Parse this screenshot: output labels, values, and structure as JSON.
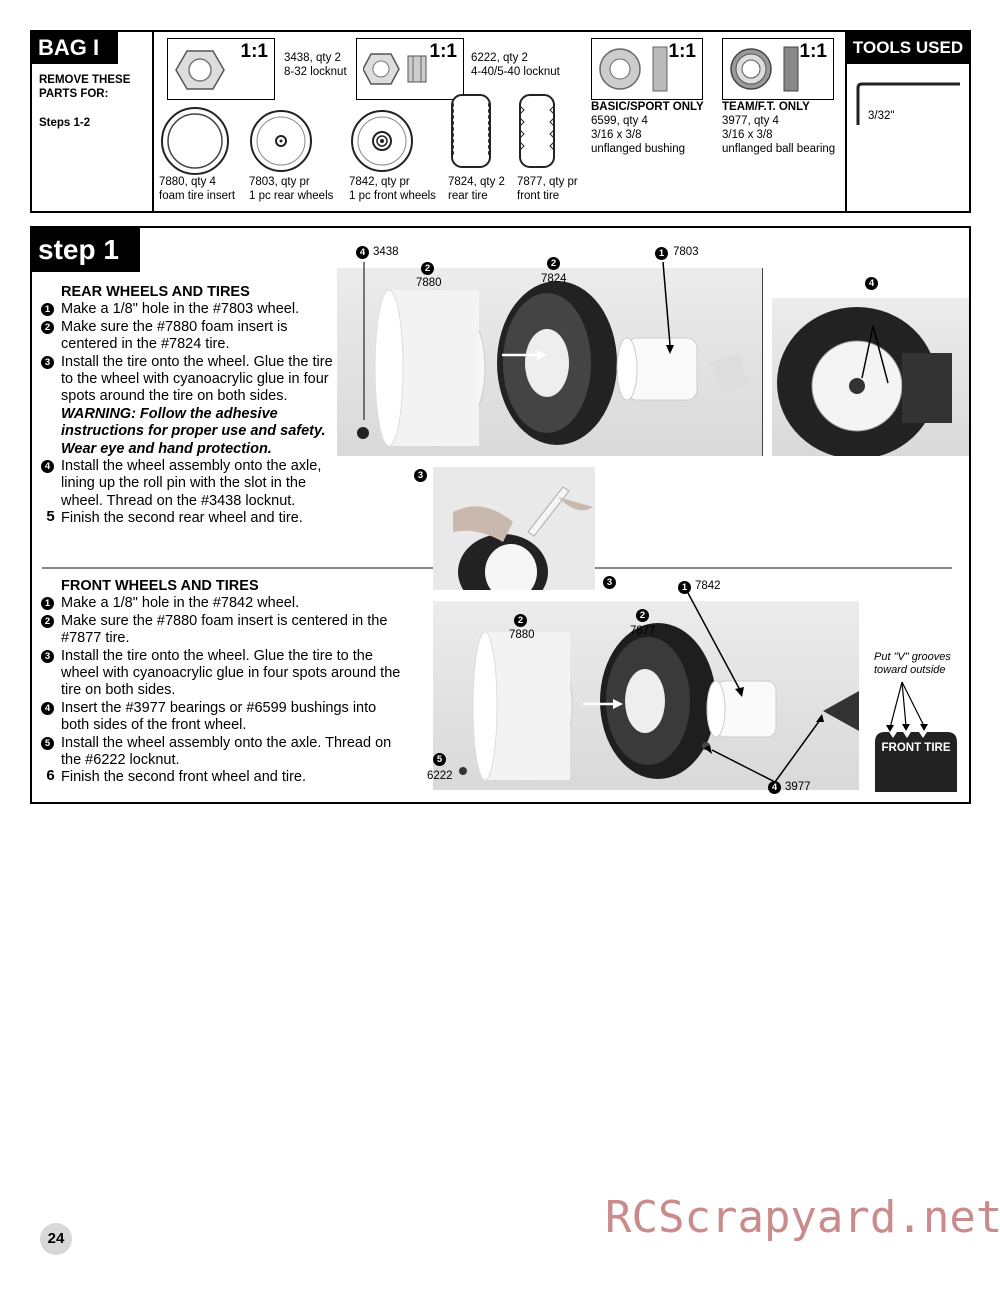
{
  "bag": {
    "title": "BAG I",
    "subtitle": "REMOVE THESE PARTS FOR:",
    "steps": "Steps 1-2",
    "ratio": "1:1",
    "tools_title": "TOOLS USED",
    "tool_label": "3/32\"",
    "parts": [
      {
        "id": "3438",
        "line1": "3438, qty 2",
        "line2": "8-32 locknut"
      },
      {
        "id": "6222",
        "line1": "6222, qty 2",
        "line2": "4-40/5-40 locknut"
      },
      {
        "id": "6599",
        "head": "BASIC/SPORT ONLY",
        "line1": "6599, qty 4",
        "line2": "3/16 x 3/8",
        "line3": "unflanged bushing"
      },
      {
        "id": "3977",
        "head": "TEAM/F.T. ONLY",
        "line1": "3977, qty 4",
        "line2": "3/16 x 3/8",
        "line3": "unflanged ball bearing"
      },
      {
        "id": "7880",
        "line1": "7880, qty 4",
        "line2": "foam tire insert"
      },
      {
        "id": "7803",
        "line1": "7803, qty pr",
        "line2": "1 pc rear wheels"
      },
      {
        "id": "7842",
        "line1": "7842, qty pr",
        "line2": "1 pc front wheels"
      },
      {
        "id": "7824",
        "line1": "7824, qty 2",
        "line2": "rear tire"
      },
      {
        "id": "7877",
        "line1": "7877, qty pr",
        "line2": "front tire"
      }
    ]
  },
  "step": {
    "title": "step 1",
    "rear_heading": "REAR WHEELS AND TIRES",
    "rear": [
      {
        "n": "1",
        "text": "Make a 1/8\" hole in the #7803 wheel."
      },
      {
        "n": "2",
        "text": "Make sure the #7880 foam insert is centered in the #7824 tire."
      },
      {
        "n": "3",
        "text": "Install the tire onto the wheel. Glue the tire to the wheel with cyanoacrylic glue in four spots around the tire on both sides.",
        "warning": "WARNING: Follow the adhesive instructions for proper use and safety. Wear eye and hand protection."
      },
      {
        "n": "4",
        "text": "Install the wheel assembly onto the axle, lining up the roll pin with the slot in the wheel. Thread on the #3438 locknut."
      },
      {
        "n": "5",
        "text": "Finish the second rear wheel and tire."
      }
    ],
    "front_heading": "FRONT WHEELS AND TIRES",
    "front": [
      {
        "n": "1",
        "text": "Make a 1/8\" hole in the #7842 wheel."
      },
      {
        "n": "2",
        "text": "Make sure the #7880 foam insert is centered in the #7877 tire."
      },
      {
        "n": "3",
        "text": "Install the tire onto the wheel. Glue the tire to the wheel with cyanoacrylic glue in four spots around the tire on both sides."
      },
      {
        "n": "4",
        "text": "Insert the #3977 bearings or #6599 bushings into both sides of the front wheel."
      },
      {
        "n": "5",
        "text": "Install the wheel assembly onto the axle. Thread on the #6222 locknut."
      },
      {
        "n": "6",
        "text": "Finish the second front wheel and tire."
      }
    ],
    "callouts": {
      "c3438": "3438",
      "c7880a": "7880",
      "c7824": "7824",
      "c7803": "7803",
      "c7842": "7842",
      "c7880b": "7880",
      "c7877": "7877",
      "c6222": "6222",
      "c3977": "3977"
    },
    "front_tire_note": "Put \"V\" grooves toward outside",
    "front_tire_label": "FRONT TIRE"
  },
  "page_number": "24",
  "watermark": "RCScrapyard.net"
}
